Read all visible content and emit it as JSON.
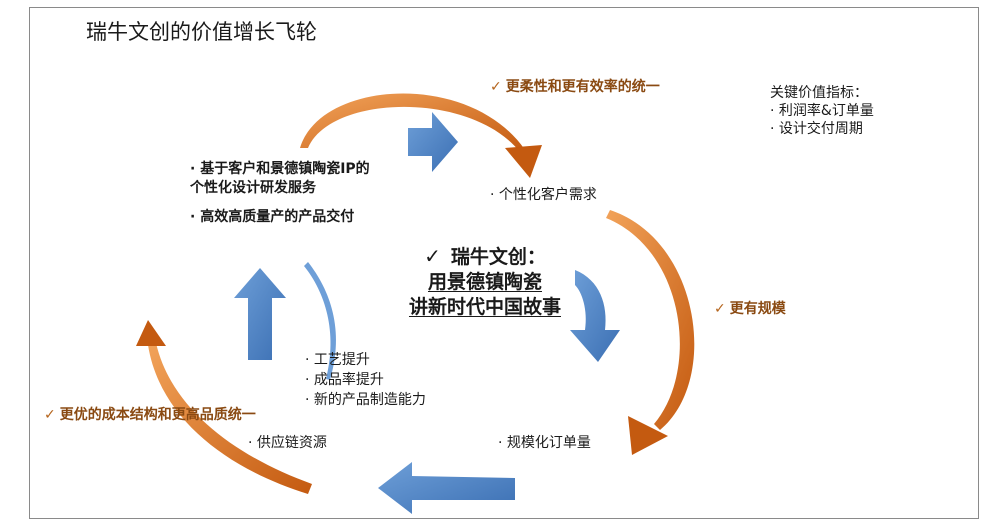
{
  "title": "瑞牛文创的价值增长飞轮",
  "kpi": {
    "heading": "关键价值指标：",
    "items": [
      "· 利润率&订单量",
      "· 设计交付周期"
    ]
  },
  "center": {
    "heading": "瑞牛文创：",
    "lines": [
      "用景德镇陶瓷",
      "讲新时代中国故事"
    ]
  },
  "orange_labels": {
    "top": "更柔性和更有效率的统一",
    "right": "更有规模",
    "left": "更优的成本结构和更高品质统一"
  },
  "nodes": {
    "top_right": "· 个性化客户需求",
    "bottom_right": "· 规模化订单量",
    "bottom_left": "· 供应链资源",
    "top_left": [
      "· 基于客户和景德镇陶瓷IP的",
      "个性化设计研发服务",
      "· 高效高质量产的产品交付"
    ],
    "inner": [
      "· 工艺提升",
      "· 成品率提升",
      "· 新的产品制造能力"
    ]
  },
  "colors": {
    "orange": "#d0661a",
    "blue": "#4a7fc1",
    "label_brown": "#8a4a12"
  }
}
